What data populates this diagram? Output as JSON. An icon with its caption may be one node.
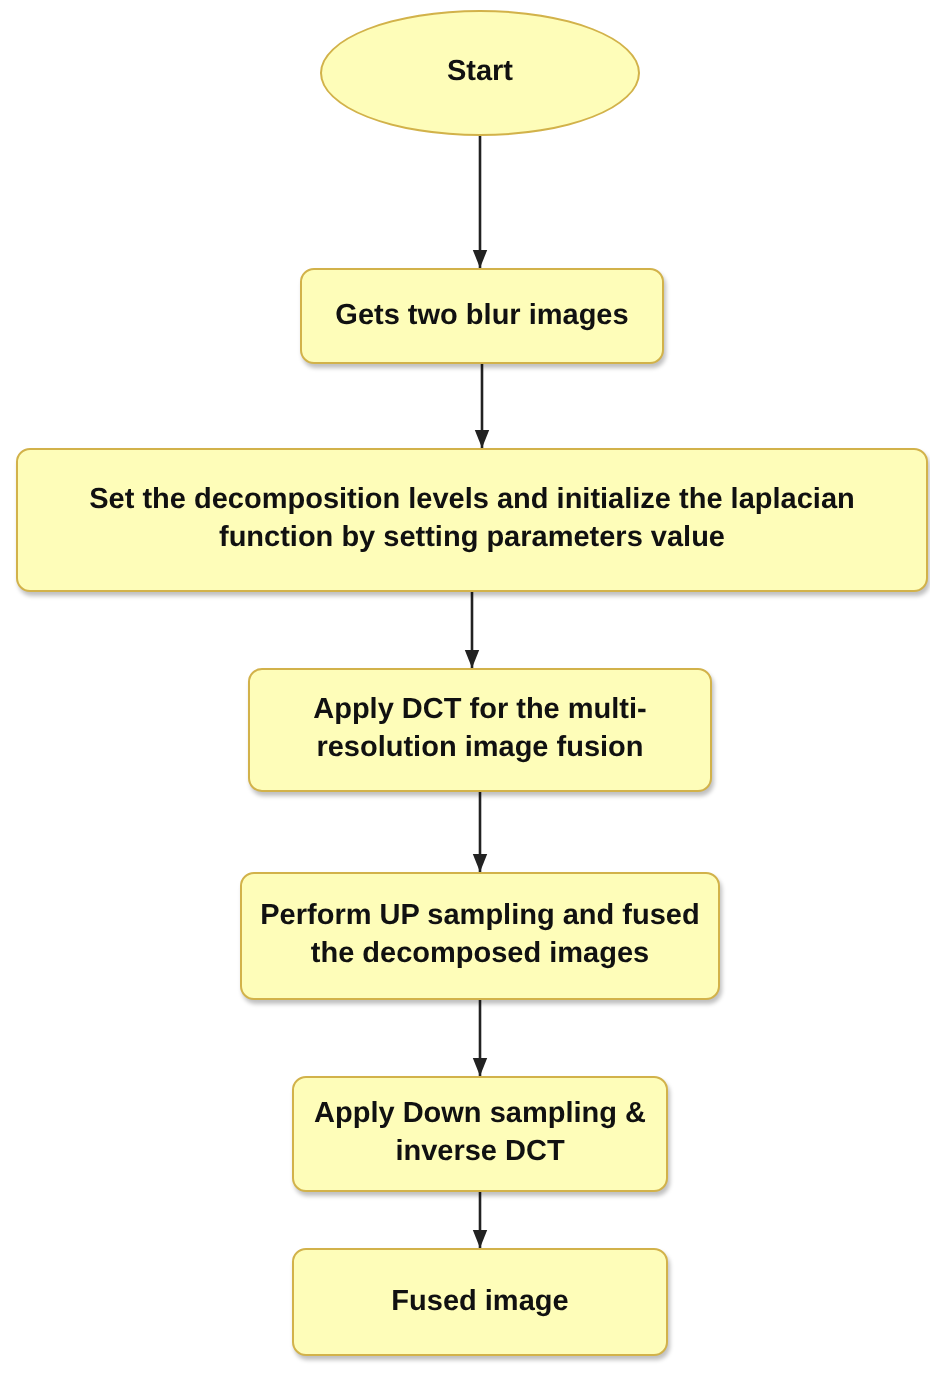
{
  "diagram": {
    "nodes": [
      {
        "text": [
          "Start"
        ]
      },
      {
        "text": [
          "Gets two blur images"
        ]
      },
      {
        "text": [
          "Set the decomposition levels and initialize the laplacian function by setting parameters value"
        ]
      },
      {
        "text": [
          "Apply DCT for the multi-resolution image fusion"
        ]
      },
      {
        "text": [
          "Perform UP sampling and fused the decomposed images"
        ]
      },
      {
        "text": [
          "Apply Down sampling & inverse DCT"
        ]
      },
      {
        "text": [
          "Fused image"
        ]
      }
    ],
    "edges": [
      {
        "from": 0,
        "to": 1,
        "arrow": "to"
      },
      {
        "from": 1,
        "to": 2,
        "arrow": "to"
      },
      {
        "from": 2,
        "to": 3,
        "arrow": "to"
      },
      {
        "from": 3,
        "to": 4,
        "arrow": "to"
      },
      {
        "from": 4,
        "to": 5,
        "arrow": "to"
      },
      {
        "from": 5,
        "to": 6,
        "arrow": "to"
      }
    ]
  }
}
